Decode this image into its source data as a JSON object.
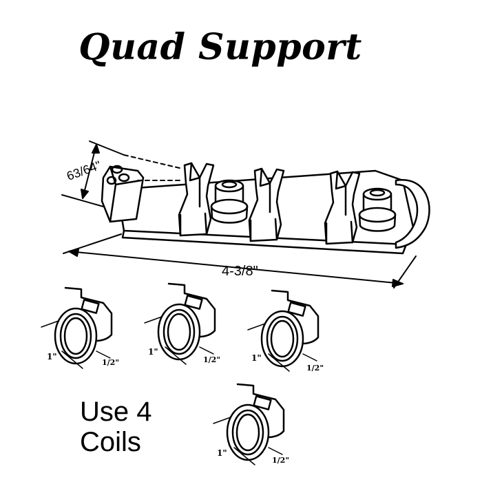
{
  "title": "Quad Support",
  "dimensions": {
    "height": "63/64\"",
    "length": "4-3/8\""
  },
  "coil_labels": {
    "diameter": "1\"",
    "width": "1/2\""
  },
  "note": {
    "line1": "Use 4",
    "line2": "Coils"
  }
}
